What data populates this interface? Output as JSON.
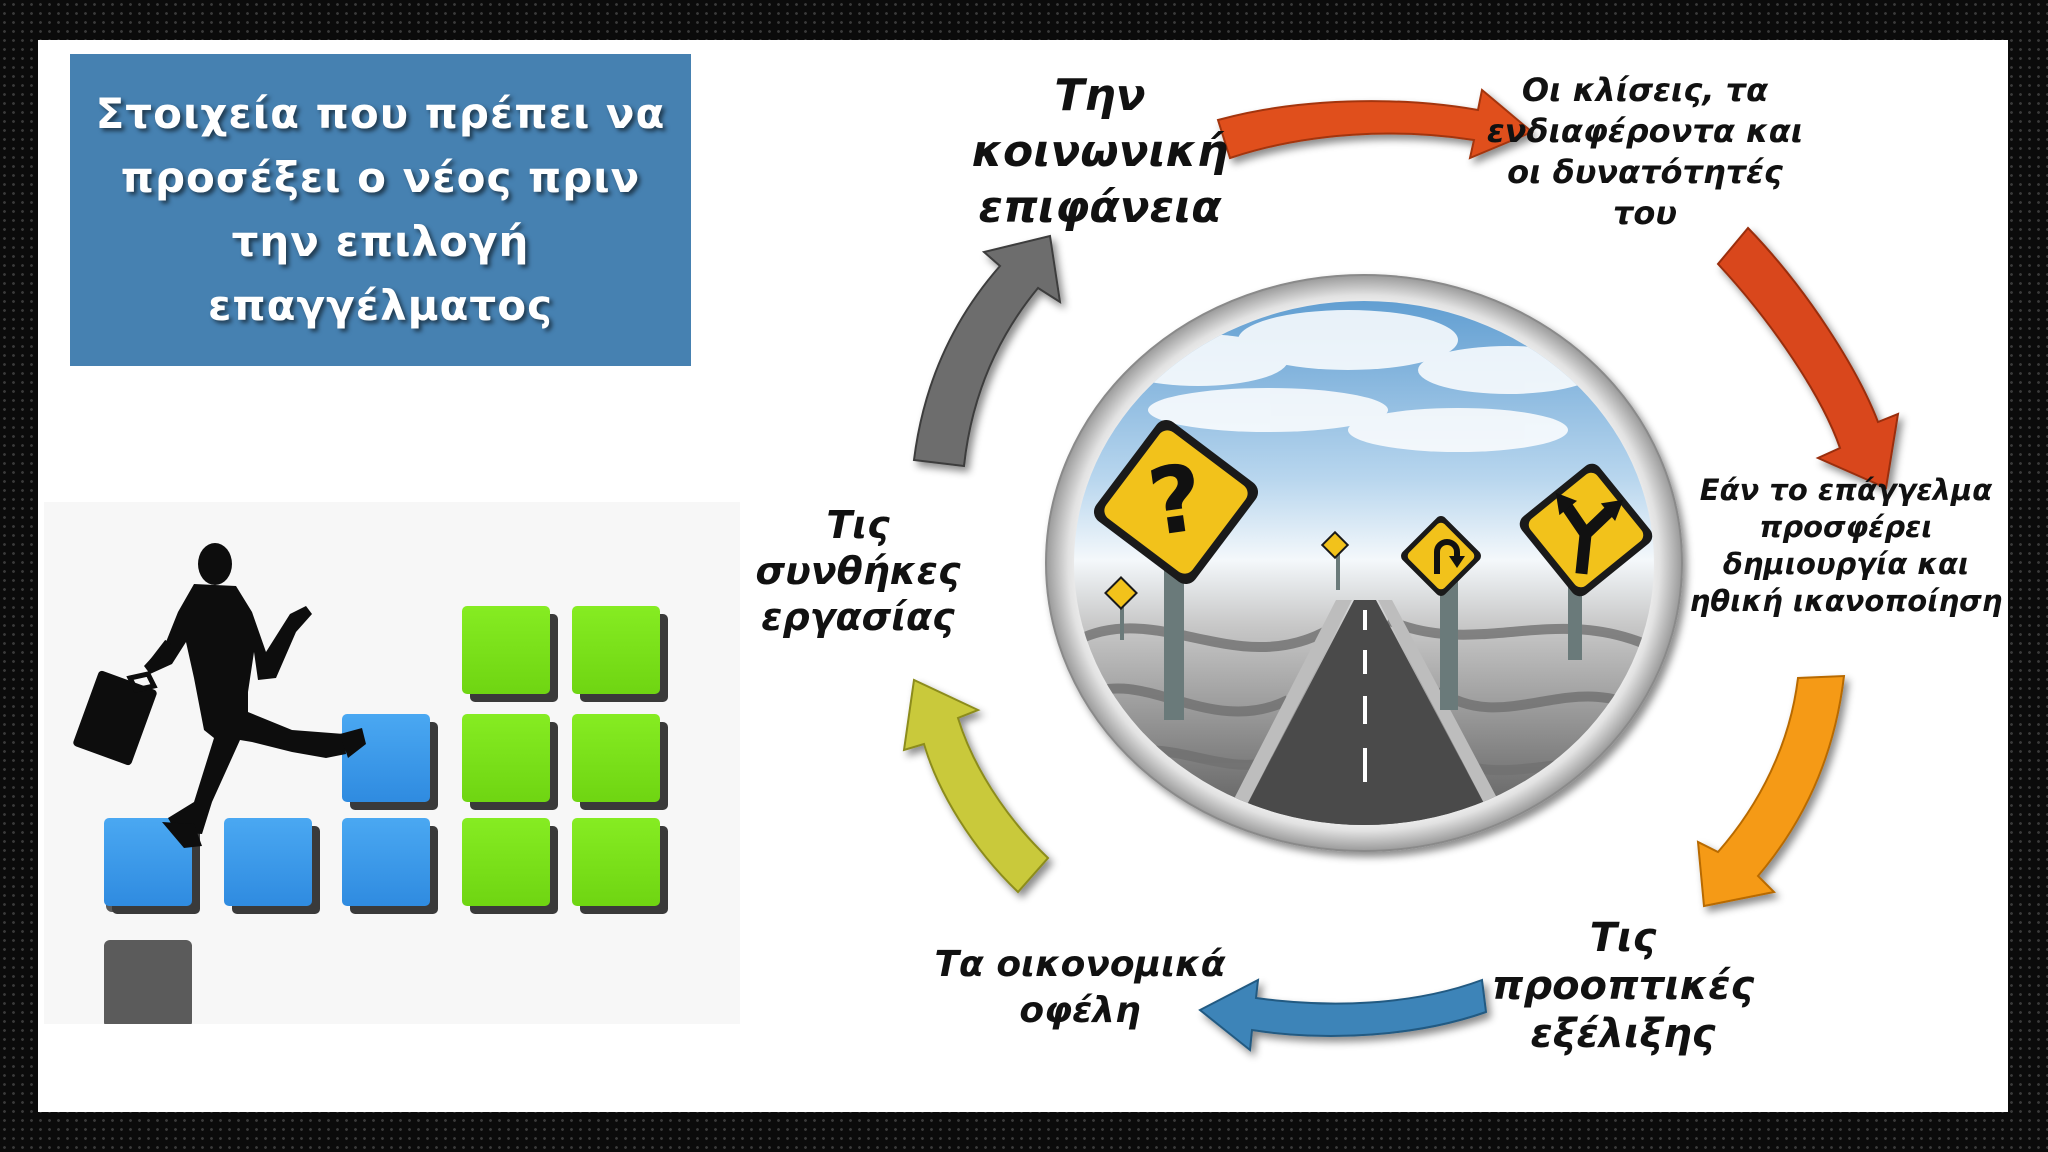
{
  "title": "Στοιχεία που πρέπει να προσέξει ο νέος πριν την επιλογή επαγγέλματος",
  "cycle_items": [
    {
      "id": "social-status",
      "text": "Την κοινωνική επιφάνεια"
    },
    {
      "id": "inclinations",
      "text": "Οι κλίσεις, τα ενδιαφέροντα και οι δυνατότητές του"
    },
    {
      "id": "creativity",
      "text": "Εάν το επάγγελμα προσφέρει δημιουργία και ηθική ικανοποίηση"
    },
    {
      "id": "prospects",
      "text": "Τις προοπτικές εξέλιξης"
    },
    {
      "id": "financial",
      "text": "Τα οικονομικά οφέλη"
    },
    {
      "id": "conditions",
      "text": "Τις συνθήκες εργασίας"
    }
  ],
  "arrow_colors": {
    "top": "#e0501f",
    "right_upper": "#d9461b",
    "right_lower": "#f59a12",
    "bottom": "#3d84b8",
    "left_lower": "#c9c93a",
    "left_upper": "#6d6d6d"
  },
  "block_colors": {
    "blue": "#3c9be8",
    "green": "#7ce31a"
  },
  "icons": {
    "center": "road-crossroads-image",
    "illustration": "businessman-climbing-steps-icon",
    "sign_question": "question-mark-sign-icon",
    "sign_fork": "fork-arrow-sign-icon",
    "sign_uturn": "uturn-sign-icon"
  }
}
